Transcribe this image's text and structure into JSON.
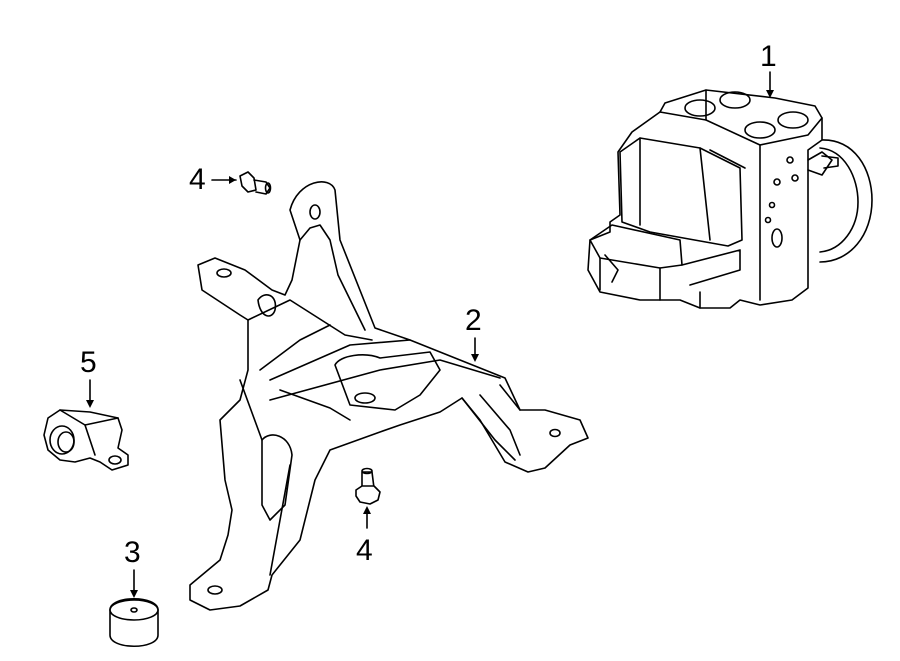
{
  "diagram": {
    "type": "exploded-parts-diagram",
    "line_color": "#000000",
    "background": "#ffffff",
    "callouts": [
      {
        "id": "c1",
        "label": "1",
        "part": "abs-modulator-assembly"
      },
      {
        "id": "c2",
        "label": "2",
        "part": "mounting-bracket"
      },
      {
        "id": "c3",
        "label": "3",
        "part": "rubber-insulator"
      },
      {
        "id": "c4a",
        "label": "4",
        "part": "bolt"
      },
      {
        "id": "c4b",
        "label": "4",
        "part": "bolt"
      },
      {
        "id": "c5",
        "label": "5",
        "part": "insulator-clip"
      }
    ]
  }
}
